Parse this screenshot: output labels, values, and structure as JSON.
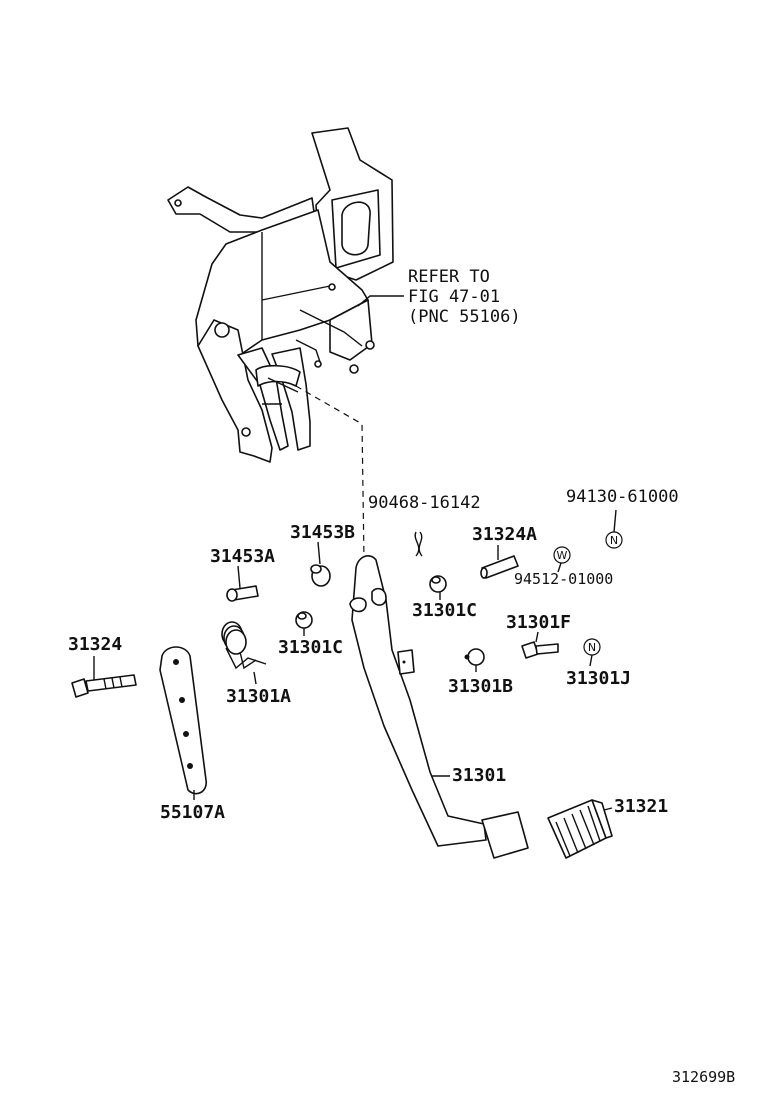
{
  "diagram": {
    "note": {
      "line1": "REFER TO",
      "line2": "FIG 47-01",
      "line3": "(PNC 55106)"
    },
    "labels": {
      "p90468": "90468-16142",
      "p94130": "94130-61000",
      "p31453B": "31453B",
      "p31324A": "31324A",
      "p31453A": "31453A",
      "p94512": "94512-01000",
      "p31301C_right": "31301C",
      "p31301F": "31301F",
      "p31324": "31324",
      "p31301C_left": "31301C",
      "p31301B": "31301B",
      "p31301J": "31301J",
      "p31301A": "31301A",
      "p31301": "31301",
      "p31321": "31321",
      "p55107A": "55107A"
    },
    "symbols": {
      "n1": "N",
      "w1": "W",
      "n2": "N"
    },
    "figure_id": "312699B"
  }
}
